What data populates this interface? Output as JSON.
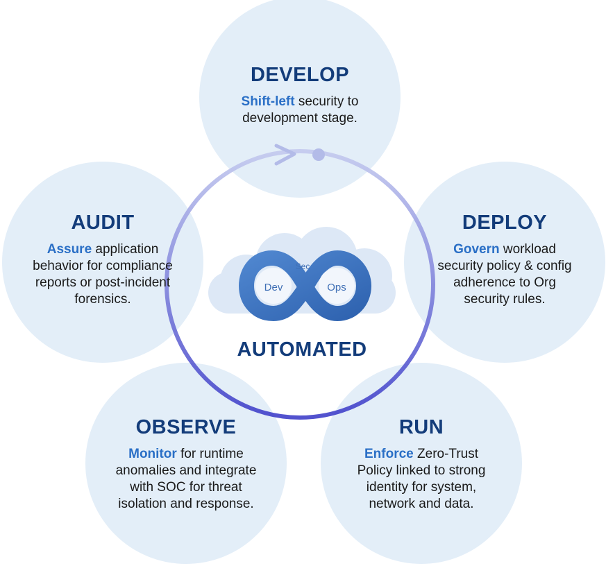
{
  "diagram": {
    "center": {
      "label": "AUTOMATED",
      "logo": {
        "top": "Sec",
        "left": "Dev",
        "right": "Ops"
      }
    },
    "nodes": [
      {
        "id": "develop",
        "title": "DEVELOP",
        "keyword": "Shift-left",
        "rest": "security to development stage."
      },
      {
        "id": "deploy",
        "title": "DEPLOY",
        "keyword": "Govern",
        "rest": "workload security policy & config adherence to Org security rules."
      },
      {
        "id": "run",
        "title": "RUN",
        "keyword": "Enforce",
        "rest": "Zero-Trust Policy linked to strong identity for system, network and data."
      },
      {
        "id": "observe",
        "title": "OBSERVE",
        "keyword": "Monitor",
        "rest": "for runtime anomalies and integrate with SOC for threat isolation and response."
      },
      {
        "id": "audit",
        "title": "AUDIT",
        "keyword": "Assure",
        "rest": "application behavior for compliance reports or post-incident forensics."
      }
    ],
    "colors": {
      "circle_fill": "#e3eef8",
      "ring": "#7d86d6",
      "title": "#133c7a",
      "keyword": "#2a6fc6"
    }
  }
}
